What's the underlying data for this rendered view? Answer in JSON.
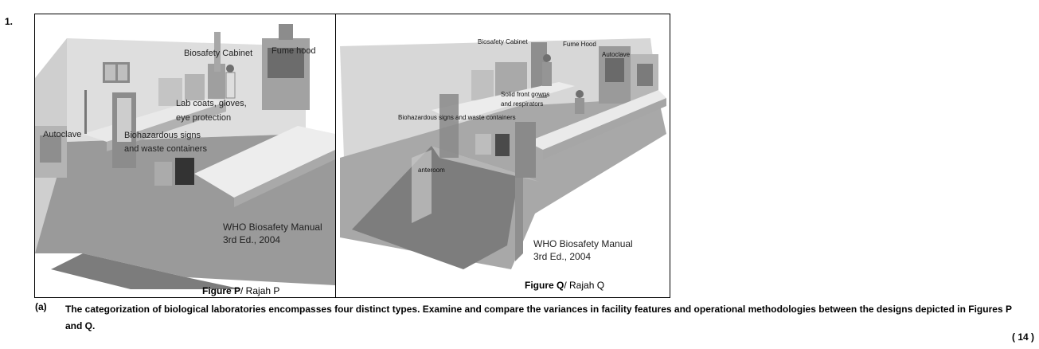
{
  "question_number": "1.",
  "figure_p": {
    "labels": {
      "biosafety_cabinet": "Biosafety Cabinet",
      "fume_hood": "Fume hood",
      "lab_coats_line1": "Lab coats, gloves,",
      "lab_coats_line2": "eye protection",
      "autoclave": "Autoclave",
      "biohazard_line1": "Biohazardous signs",
      "biohazard_line2": "and waste containers"
    },
    "credit_line1": "WHO Biosafety Manual",
    "credit_line2": "3rd Ed., 2004",
    "caption_bold": "Figure P",
    "caption_rest": "/ Rajah P"
  },
  "figure_q": {
    "labels": {
      "biosafety_cabinet": "Biosafety Cabinet",
      "fume_hood": "Fume Hood",
      "autoclave": "Autoclave",
      "solid_front_line1": "Solid front gowns",
      "solid_front_line2": "and respirators",
      "biohazard": "Biohazardous signs and waste containers",
      "anteroom": "anteroom"
    },
    "credit_line1": "WHO Biosafety Manual",
    "credit_line2": "3rd Ed., 2004",
    "caption_bold": "Figure Q",
    "caption_rest": "/ Rajah Q"
  },
  "part_label": "(a)",
  "question_text": "The categorization of biological laboratories encompasses four distinct types. Examine and compare the variances in facility features and operational methodologies between the designs depicted in Figures P and Q.",
  "marks": "( 14 )"
}
